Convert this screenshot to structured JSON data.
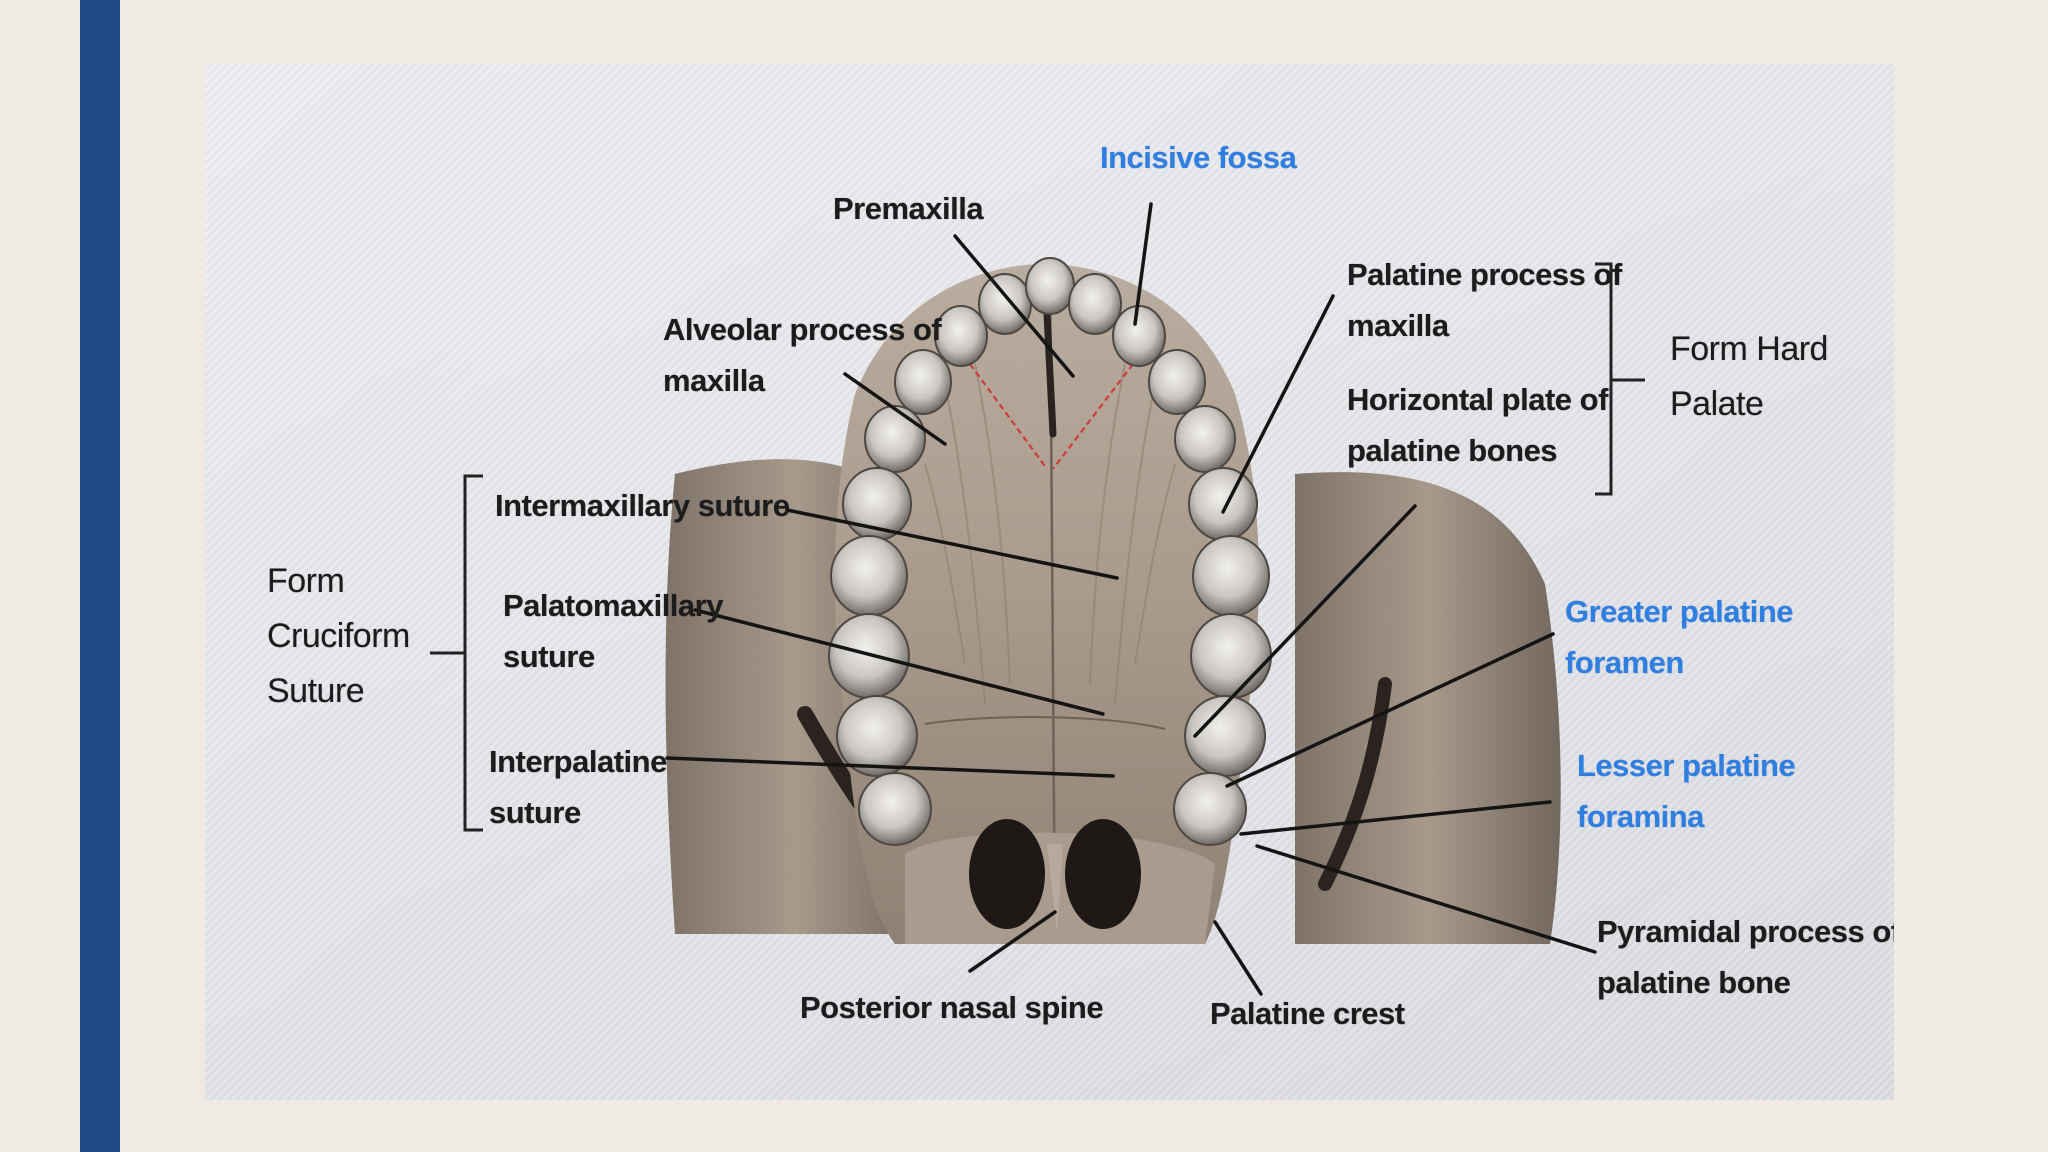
{
  "colors": {
    "accent_bar": "#1f4a85",
    "label_black": "#1c1c1c",
    "label_blue": "#2f7fe0",
    "suture_red": "#d23a3a"
  },
  "labels": {
    "incisive_fossa": "Incisive fossa",
    "premaxilla": "Premaxilla",
    "alveolar_process": "Alveolar process of\nmaxilla",
    "palatine_process": "Palatine process of\nmaxilla",
    "horizontal_plate": "Horizontal plate of\npalatine bones",
    "form_hard_palate": "Form Hard\nPalate",
    "intermaxillary_suture": "Intermaxillary suture",
    "palatomaxillary_suture": "Palatomaxillary\nsuture",
    "interpalatine_suture": "Interpalatine\nsuture",
    "form_cruciform_suture": "Form\nCruciform\nSuture",
    "greater_palatine_foramen": "Greater palatine\nforamen",
    "lesser_palatine_foramina": "Lesser palatine\nforamina",
    "pyramidal_process": "Pyramidal process of\npalatine bone",
    "posterior_nasal_spine": "Posterior nasal spine",
    "palatine_crest": "Palatine crest"
  }
}
